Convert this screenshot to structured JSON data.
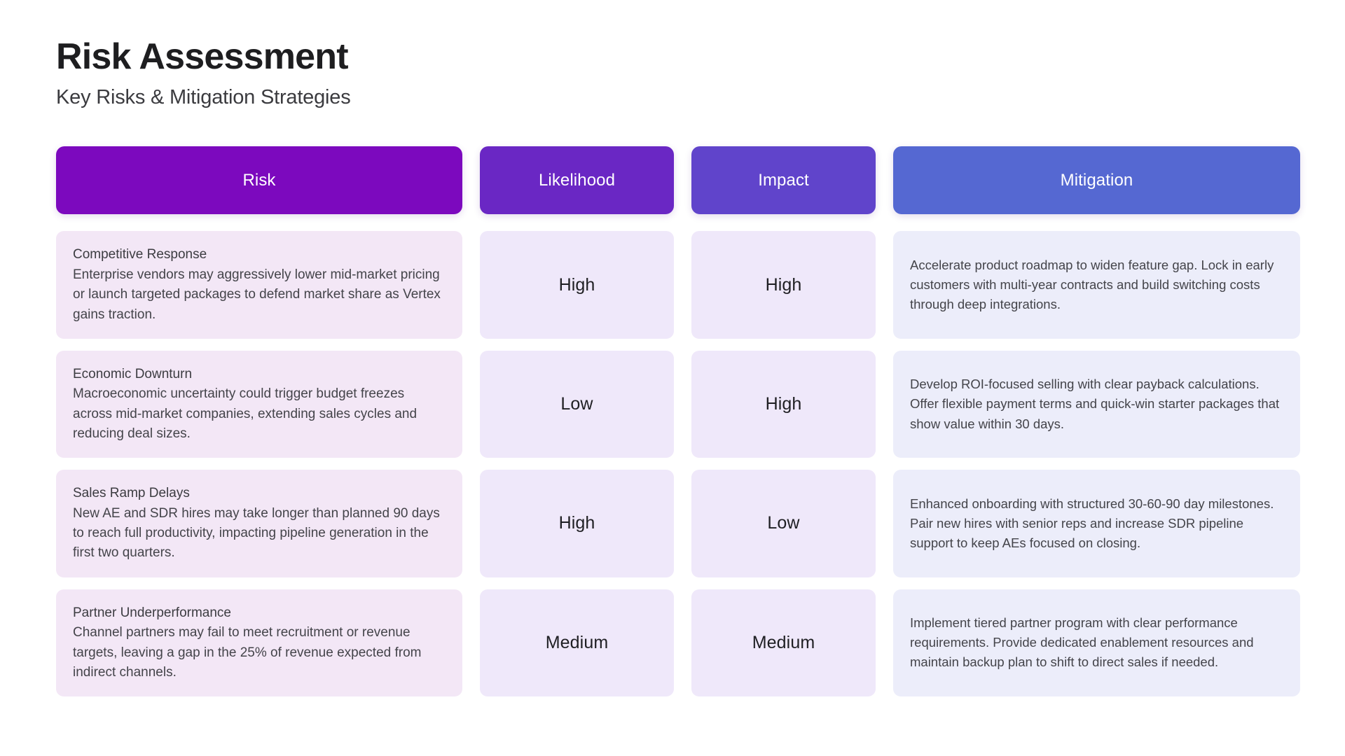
{
  "header": {
    "title": "Risk Assessment",
    "subtitle": "Key Risks & Mitigation Strategies"
  },
  "table": {
    "columns": [
      {
        "label": "Risk",
        "color": "#7c09be"
      },
      {
        "label": "Likelihood",
        "color": "#6a27c4"
      },
      {
        "label": "Impact",
        "color": "#6044cb"
      },
      {
        "label": "Mitigation",
        "color": "#5568d2"
      }
    ],
    "column_cell_colors": {
      "risk": "#f3e7f6",
      "level": "#efe8fa",
      "mitigation": "#ecedfa"
    },
    "rows": [
      {
        "risk_name": "Competitive Response",
        "risk_desc": "Enterprise vendors may aggressively lower mid-market pricing or launch targeted packages to defend market share as Vertex gains traction.",
        "likelihood": "High",
        "impact": "High",
        "mitigation": "Accelerate product roadmap to widen feature gap. Lock in early customers with multi-year contracts and build switching costs through deep integrations."
      },
      {
        "risk_name": "Economic Downturn",
        "risk_desc": "Macroeconomic uncertainty could trigger budget freezes across mid-market companies, extending sales cycles and reducing deal sizes.",
        "likelihood": "Low",
        "impact": "High",
        "mitigation": "Develop ROI-focused selling with clear payback calculations. Offer flexible payment terms and quick-win starter packages that show value within 30 days."
      },
      {
        "risk_name": "Sales Ramp Delays",
        "risk_desc": "New AE and SDR hires may take longer than planned 90 days to reach full productivity, impacting pipeline generation in the first two quarters.",
        "likelihood": "High",
        "impact": "Low",
        "mitigation": "Enhanced onboarding with structured 30-60-90 day milestones. Pair new hires with senior reps and increase SDR pipeline support to keep AEs focused on closing."
      },
      {
        "risk_name": "Partner Underperformance",
        "risk_desc": "Channel partners may fail to meet recruitment or revenue targets, leaving a gap in the 25% of revenue expected from indirect channels.",
        "likelihood": "Medium",
        "impact": "Medium",
        "mitigation": "Implement tiered partner program with clear performance requirements. Provide dedicated enablement resources and maintain backup plan to shift to direct sales if needed."
      }
    ]
  }
}
